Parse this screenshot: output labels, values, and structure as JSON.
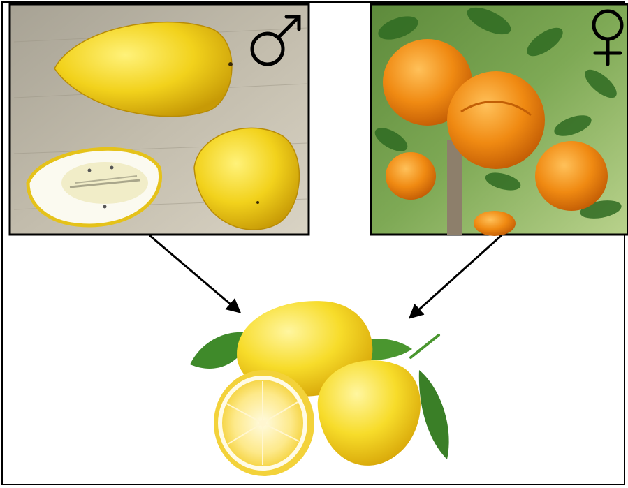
{
  "diagram": {
    "parent_male": {
      "subject": "citron",
      "symbol_icon": "male-symbol-icon"
    },
    "parent_female": {
      "subject": "sour orange",
      "symbol_icon": "female-symbol-icon"
    },
    "offspring": {
      "subject": "lemon"
    },
    "colors": {
      "frame": "#000000",
      "arrow": "#000000",
      "citron_yellow": "#f2d21c",
      "orange": "#f08a12",
      "lemon": "#f7dc2a",
      "leaf": "#3f8a2a"
    }
  }
}
